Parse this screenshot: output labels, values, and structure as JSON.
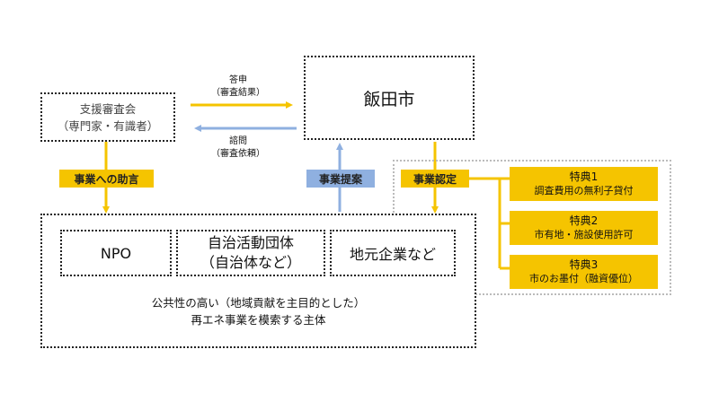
{
  "shinsa": {
    "line1": "支援審査会",
    "line2": "（専門家・有識者）"
  },
  "iida": {
    "label": "飯田市"
  },
  "toushin": {
    "line1": "答申",
    "line2": "（審査結果）"
  },
  "shimon": {
    "line1": "諮問",
    "line2": "（審査依頼）"
  },
  "tags": {
    "advice": "事業への助言",
    "proposal": "事業提案",
    "certify": "事業認定"
  },
  "entities": {
    "npo": "NPO",
    "jichi_line1": "自治活動団体",
    "jichi_line2": "（自治体など）",
    "jimoto": "地元企業など",
    "desc_line1": "公共性の高い（地域貢献を主目的とした）",
    "desc_line2": "再エネ事業を模索する主体"
  },
  "benefits": [
    {
      "title": "特典1",
      "desc": "調査費用の無利子貸付"
    },
    {
      "title": "特典2",
      "desc": "市有地・施設使用許可"
    },
    {
      "title": "特典3",
      "desc": "市のお墨付（融資優位）"
    }
  ],
  "colors": {
    "yellow": "#f5c400",
    "blue": "#8fb0e0"
  }
}
